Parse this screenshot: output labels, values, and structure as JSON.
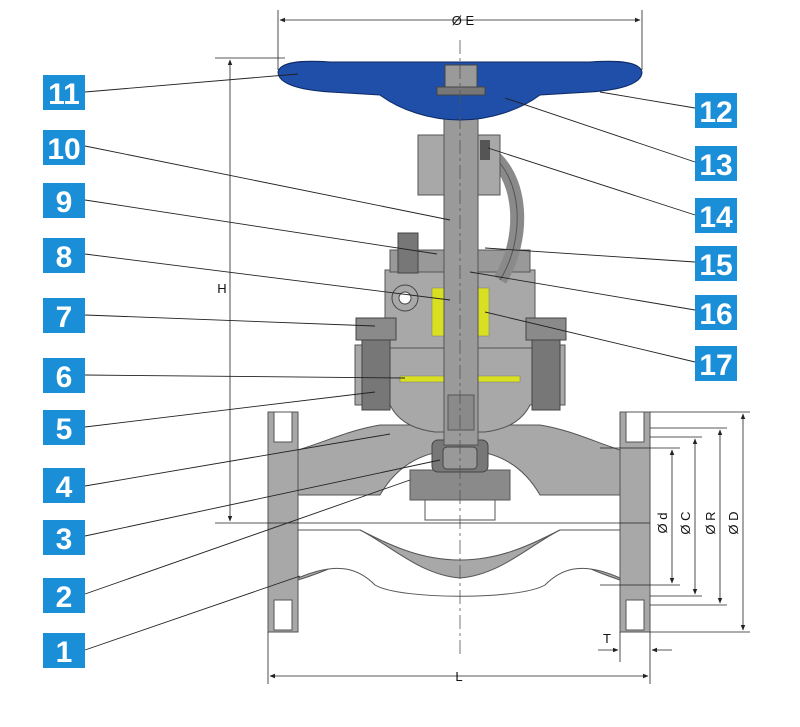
{
  "colors": {
    "badge": "#1a8fd8",
    "body_gray": "#a8a8a8",
    "dark_gray": "#8a8a8a",
    "handwheel_blue": "#1f4fa8",
    "packing_yellow": "#d9e021",
    "line": "#222222"
  },
  "callouts": [
    {
      "id": "1",
      "label": "1"
    },
    {
      "id": "2",
      "label": "2"
    },
    {
      "id": "3",
      "label": "3"
    },
    {
      "id": "4",
      "label": "4"
    },
    {
      "id": "5",
      "label": "5"
    },
    {
      "id": "6",
      "label": "6"
    },
    {
      "id": "7",
      "label": "7"
    },
    {
      "id": "8",
      "label": "8"
    },
    {
      "id": "9",
      "label": "9"
    },
    {
      "id": "10",
      "label": "10"
    },
    {
      "id": "11",
      "label": "11"
    },
    {
      "id": "12",
      "label": "12"
    },
    {
      "id": "13",
      "label": "13"
    },
    {
      "id": "14",
      "label": "14"
    },
    {
      "id": "15",
      "label": "15"
    },
    {
      "id": "16",
      "label": "16"
    },
    {
      "id": "17",
      "label": "17"
    }
  ],
  "dimensions": {
    "E": "Ø E",
    "H": "H",
    "L": "L",
    "T": "T",
    "d": "Ø d",
    "C": "Ø C",
    "R": "Ø R",
    "D": "Ø D"
  }
}
